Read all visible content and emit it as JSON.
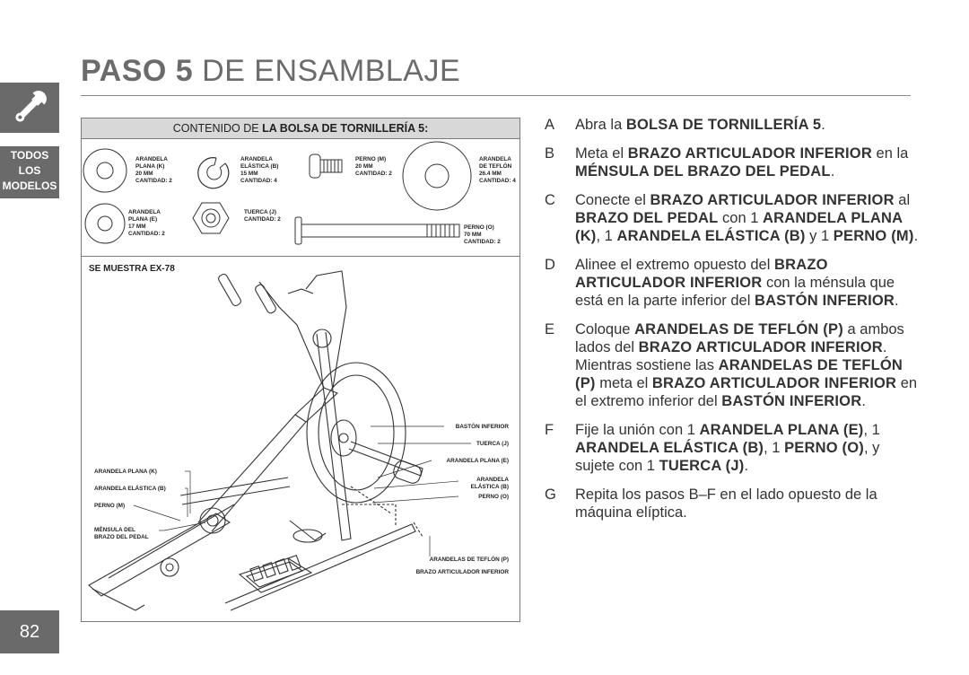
{
  "header": {
    "title_bold": "PASO 5",
    "title_rest": " DE ENSAMBLAJE"
  },
  "sidebar": {
    "wrench_icon": "wrench-icon",
    "applies_line1": "TODOS",
    "applies_line2": "LOS",
    "applies_line3": "MODELOS",
    "page_number": "82"
  },
  "contents_box": {
    "header_prefix": "CONTENIDO DE ",
    "header_bold": "LA BOLSA DE TORNILLERÍA 5:",
    "parts": [
      {
        "lines": [
          "ARANDELA",
          "PLANA (K)",
          "20 mm",
          "Cantidad: 2"
        ]
      },
      {
        "lines": [
          "ARANDELA",
          "ELÁSTICA (B)",
          "15 mm",
          "Cantidad: 4"
        ]
      },
      {
        "lines": [
          "PERNO (M)",
          "20 mm",
          "Cantidad: 2"
        ]
      },
      {
        "lines": [
          "ARANDELA",
          "DE TEFLÓN",
          "26.4 mm",
          "Cantidad: 4"
        ]
      },
      {
        "lines": [
          "ARANDELA",
          "PLANA (E)",
          "17 mm",
          "Cantidad: 2"
        ]
      },
      {
        "lines": [
          "TUERCA (J)",
          "Cantidad: 2"
        ]
      },
      {
        "lines": [
          "PERNO (O)",
          "70 mm",
          "Cantidad: 2"
        ]
      }
    ],
    "shown_model": "SE MUESTRA EX-78",
    "callouts_left": [
      {
        "text": "ARANDELA PLANA (K)"
      },
      {
        "text": "ARANDELA ELÁSTICA (B)"
      },
      {
        "text": "PERNO (M)"
      },
      {
        "text": "MÉNSULA DEL"
      },
      {
        "text": "BRAZO DEL PEDAL"
      }
    ],
    "callouts_right": [
      {
        "text": "BASTÓN INFERIOR"
      },
      {
        "text": "TUERCA (J)"
      },
      {
        "text": "ARANDELA PLANA (E)"
      },
      {
        "text": "ARANDELA"
      },
      {
        "text": "ELÁSTICA (B)"
      },
      {
        "text": "PERNO (O)"
      },
      {
        "text": "ARANDELAS DE TEFLÓN (P)"
      },
      {
        "text": "BRAZO ARTICULADOR INFERIOR"
      }
    ]
  },
  "steps": [
    {
      "letter": "A",
      "segments": [
        {
          "t": "Abra la ",
          "b": false
        },
        {
          "t": "BOLSA DE TORNILLERÍA 5",
          "b": true
        },
        {
          "t": ".",
          "b": false
        }
      ]
    },
    {
      "letter": "B",
      "segments": [
        {
          "t": "Meta el ",
          "b": false
        },
        {
          "t": "BRAZO ARTICULADOR INFERIOR",
          "b": true
        },
        {
          "t": " en la ",
          "b": false
        },
        {
          "t": "MÉNSULA DEL BRAZO DEL PEDAL",
          "b": true
        },
        {
          "t": ".",
          "b": false
        }
      ]
    },
    {
      "letter": "C",
      "segments": [
        {
          "t": "Conecte el ",
          "b": false
        },
        {
          "t": "BRAZO ARTICULADOR INFERIOR",
          "b": true
        },
        {
          "t": " al ",
          "b": false
        },
        {
          "t": "BRAZO DEL PEDAL",
          "b": true
        },
        {
          "t": " con 1 ",
          "b": false
        },
        {
          "t": "ARANDELA PLANA (K)",
          "b": true
        },
        {
          "t": ", 1 ",
          "b": false
        },
        {
          "t": "ARANDELA ELÁSTICA (B)",
          "b": true
        },
        {
          "t": " y 1 ",
          "b": false
        },
        {
          "t": "PERNO (M)",
          "b": true
        },
        {
          "t": ".",
          "b": false
        }
      ]
    },
    {
      "letter": "D",
      "segments": [
        {
          "t": "Alinee el extremo opuesto del ",
          "b": false
        },
        {
          "t": "BRAZO ARTICULADOR INFERIOR",
          "b": true
        },
        {
          "t": " con la ménsula que está en la parte inferior del ",
          "b": false
        },
        {
          "t": "BASTÓN INFERIOR",
          "b": true
        },
        {
          "t": ".",
          "b": false
        }
      ]
    },
    {
      "letter": "E",
      "segments": [
        {
          "t": "Coloque ",
          "b": false
        },
        {
          "t": "ARANDELAS DE TEFLÓN (P)",
          "b": true
        },
        {
          "t": " a ambos lados del ",
          "b": false
        },
        {
          "t": "BRAZO ARTICULADOR INFERIOR",
          "b": true
        },
        {
          "t": ". Mientras sostiene las ",
          "b": false
        },
        {
          "t": "ARANDELAS DE TEFLÓN (P)",
          "b": true
        },
        {
          "t": " meta el ",
          "b": false
        },
        {
          "t": "BRAZO ARTICULADOR INFERIOR",
          "b": true
        },
        {
          "t": " en el extremo inferior del ",
          "b": false
        },
        {
          "t": "BASTÓN INFERIOR",
          "b": true
        },
        {
          "t": ".",
          "b": false
        }
      ]
    },
    {
      "letter": "F",
      "segments": [
        {
          "t": "Fije la unión con 1 ",
          "b": false
        },
        {
          "t": "ARANDELA PLANA (E)",
          "b": true
        },
        {
          "t": ", 1 ",
          "b": false
        },
        {
          "t": "ARANDELA ELÁSTICA (B)",
          "b": true
        },
        {
          "t": ", 1 ",
          "b": false
        },
        {
          "t": "PERNO (O)",
          "b": true
        },
        {
          "t": ", y sujete con 1 ",
          "b": false
        },
        {
          "t": "TUERCA (J)",
          "b": true
        },
        {
          "t": ".",
          "b": false
        }
      ]
    },
    {
      "letter": "G",
      "segments": [
        {
          "t": "Repita los pasos B–F en el lado opuesto de la máquina elíptica.",
          "b": false
        }
      ]
    }
  ]
}
